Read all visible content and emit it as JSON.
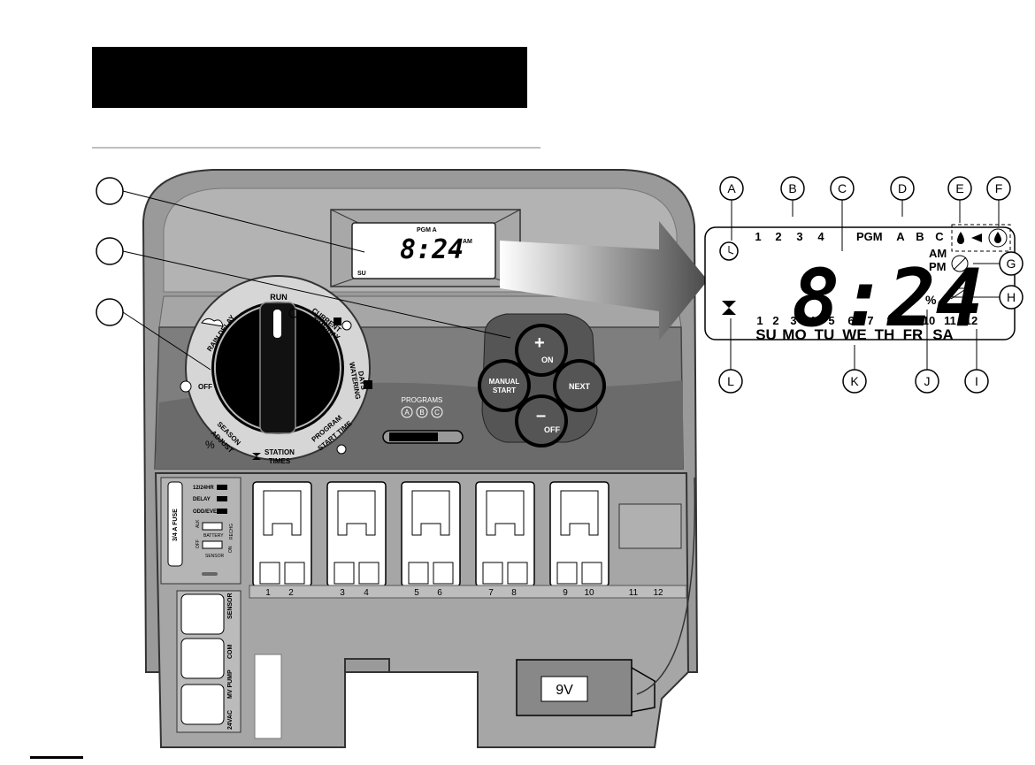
{
  "colors": {
    "housing": "#9b9b9b",
    "housing_light": "#b9b9b9",
    "panel_dark": "#6b6b6b",
    "lcd": "#ffffff",
    "callout_stroke": "#000000",
    "header_bar": "#000000"
  },
  "small_display": {
    "pgm_label": "PGM A",
    "time": "8:24",
    "ampm": "AM",
    "day": "SU"
  },
  "dial": {
    "labels": {
      "run": "RUN",
      "current_time_1": "CURRENT",
      "current_time_2": "TIME/DAY",
      "watering_1": "WATERING",
      "watering_2": "DAYS",
      "program_1": "PROGRAM",
      "program_2": "START TIME",
      "station_1": "STATION",
      "station_2": "TIMES",
      "season_1": "SEASON",
      "season_2": "ADJUST",
      "off": "OFF",
      "rain_delay": "RAIN DELAY",
      "percent": "%"
    }
  },
  "buttons": {
    "on_sign": "+",
    "on_label": "ON",
    "off_sign": "–",
    "off_label": "OFF",
    "manual_1": "MANUAL",
    "manual_2": "START",
    "next": "NEXT"
  },
  "programs_selector": {
    "title": "PROGRAMS",
    "options": [
      "A",
      "B",
      "C"
    ]
  },
  "wiring_panel": {
    "switch_labels": [
      "12/24HR",
      "DELAY",
      "ODD/EVEN"
    ],
    "alk": "ALK",
    "recharge": "RECHG",
    "battery": "BATTERY",
    "off": "OFF",
    "on": "ON",
    "sensor_switch": "SENSOR",
    "fuse": "3/4 A FUSE",
    "terminal_labels": [
      "SENSOR",
      "COM",
      "MV PUMP",
      "24VAC"
    ],
    "station_numbers": [
      "1",
      "2",
      "3",
      "4",
      "5",
      "6",
      "7",
      "8",
      "9",
      "10",
      "11",
      "12"
    ],
    "battery_label": "9V"
  },
  "big_lcd": {
    "top_numbers": [
      "1",
      "2",
      "3",
      "4"
    ],
    "pgm": "PGM",
    "programs": [
      "A",
      "B",
      "C"
    ],
    "time": "8:24",
    "am": "AM",
    "pm": "PM",
    "percent": "%",
    "station_numbers": [
      "1",
      "2",
      "3",
      "4",
      "5",
      "6",
      "7",
      "8",
      "9",
      "10",
      "11",
      "12"
    ],
    "days": [
      "SU",
      "MO",
      "TU",
      "WE",
      "TH",
      "FR",
      "SA"
    ]
  },
  "callouts": [
    "A",
    "B",
    "C",
    "D",
    "E",
    "F",
    "G",
    "H",
    "I",
    "J",
    "K",
    "L"
  ]
}
